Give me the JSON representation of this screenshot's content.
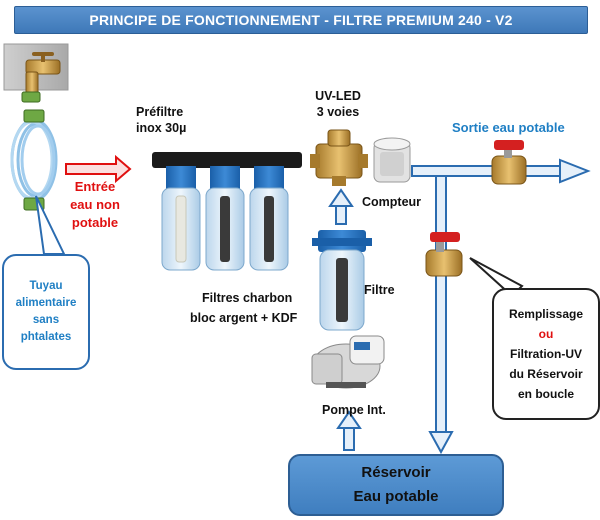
{
  "title": "PRINCIPE DE FONCTIONNEMENT - FILTRE PREMIUM 240 - V2",
  "labels": {
    "prefiltre_1": "Préfiltre",
    "prefiltre_2": "inox 30µ",
    "uvled_1": "UV-LED",
    "uvled_2": "3 voies",
    "sortie": "Sortie eau potable",
    "compteur": "Compteur",
    "entree_1": "Entrée",
    "entree_2": "eau non",
    "entree_3": "potable",
    "filtres_1": "Filtres charbon",
    "filtres_2": "bloc argent + KDF",
    "filtre": "Filtre",
    "pompe": "Pompe Int."
  },
  "tuyau_callout": [
    "Tuyau",
    "alimentaire",
    "sans",
    "phtalates"
  ],
  "remplissage_callout": {
    "line1": "Remplissage",
    "ou": "ou",
    "line2": "Filtration-UV",
    "line3": "du Réservoir",
    "line4": "en boucle"
  },
  "tank": {
    "line1": "Réservoir",
    "line2": "Eau potable"
  },
  "colors": {
    "title_bg": "#4a84c4",
    "accent_blue": "#1f7fc4",
    "pipe_blue": "#2b6cb0",
    "warning_red": "#e01010",
    "tank_blue": "#4f8ccb"
  }
}
